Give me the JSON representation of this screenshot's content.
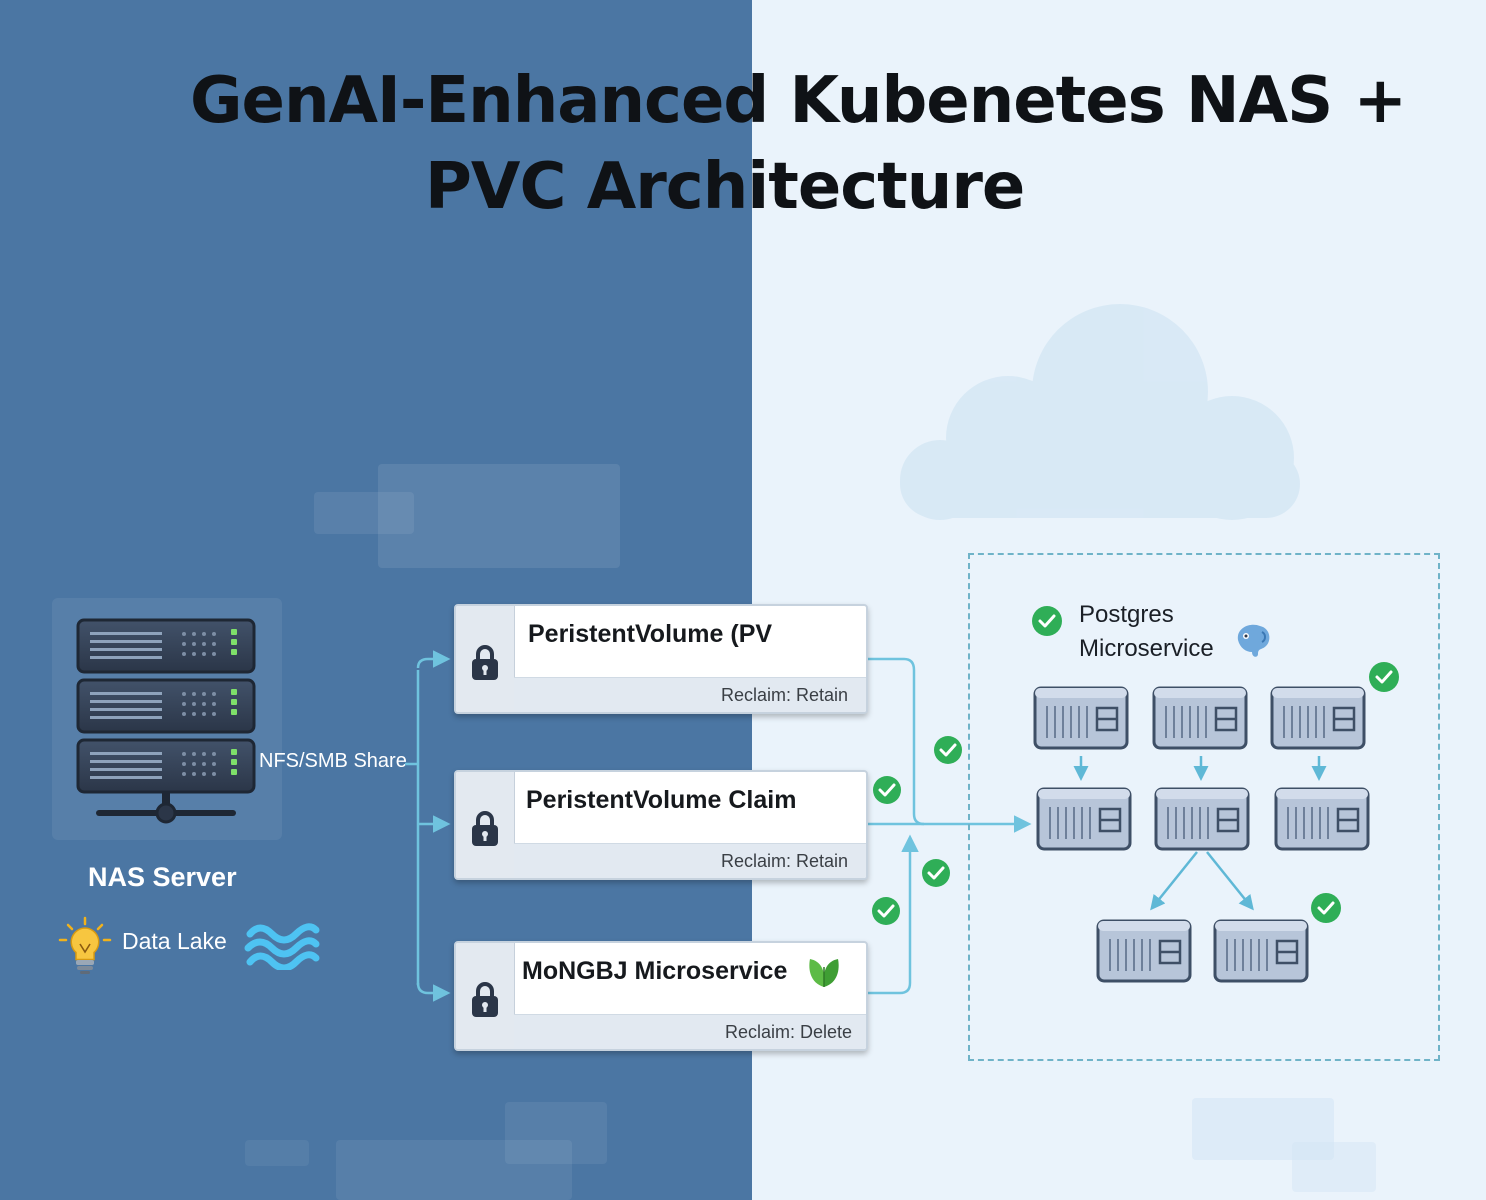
{
  "title": {
    "line1": "GenAI-Enhanced Kubenetes NAS +",
    "line2": "PVC Architecture"
  },
  "nas": {
    "share_label": "NFS/SMB Share",
    "server_label": "NAS Server",
    "data_lake_label": "Data Lake",
    "icons": [
      "server-rack-icon",
      "lightbulb-icon",
      "waves-icon"
    ]
  },
  "volumes": [
    {
      "title": "PeristentVolume (PV",
      "reclaim": "Reclaim: Retain",
      "icon": "lock-icon"
    },
    {
      "title": "PeristentVolume Claim",
      "reclaim": "Reclaim: Retain",
      "icon": "lock-icon"
    },
    {
      "title": "MoNGBJ Microservice",
      "reclaim": "Reclaim: Delete",
      "icon": "lock-icon",
      "badge_icon": "leaf-icon"
    }
  ],
  "cluster": {
    "label": "Postgres\nMicroservice",
    "icon": "elephant-icon",
    "status_icon": "check-circle-icon"
  },
  "colors": {
    "left_background": "#4b76a3",
    "right_background": "#eaf3fb",
    "connector": "#6fc3de",
    "check": "#2fae57",
    "pod_fill": "#b7c5d9"
  }
}
